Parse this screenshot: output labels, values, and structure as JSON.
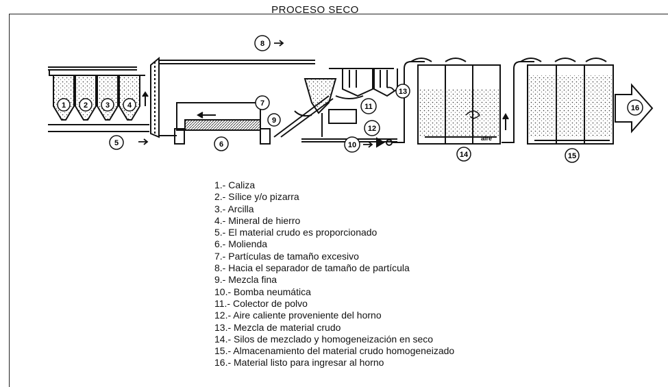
{
  "title": "PROCESO SECO",
  "diagram": {
    "labels": [
      "1",
      "2",
      "3",
      "4",
      "5",
      "6",
      "7",
      "8",
      "9",
      "10",
      "11",
      "12",
      "13",
      "14",
      "15",
      "16"
    ],
    "air_label": "aire"
  },
  "legend": [
    "1.- Caliza",
    "2.- Sílice y/o pizarra",
    "3.- Arcilla",
    "4.- Mineral de hierro",
    "5.- El material crudo es proporcionado",
    "6.- Molienda",
    "7.- Partículas de tamaño excesivo",
    "8.- Hacia el separador de tamaño de partícula",
    "9.- Mezcla fina",
    "10.- Bomba neumática",
    "11.- Colector de polvo",
    "12.- Aire caliente proveniente del horno",
    "13.- Mezcla de material crudo",
    "14.- Silos de mezclado y homogeneización en seco",
    "15.- Almacenamiento del material crudo homogeneizado",
    "16.- Material listo para ingresar al horno"
  ]
}
